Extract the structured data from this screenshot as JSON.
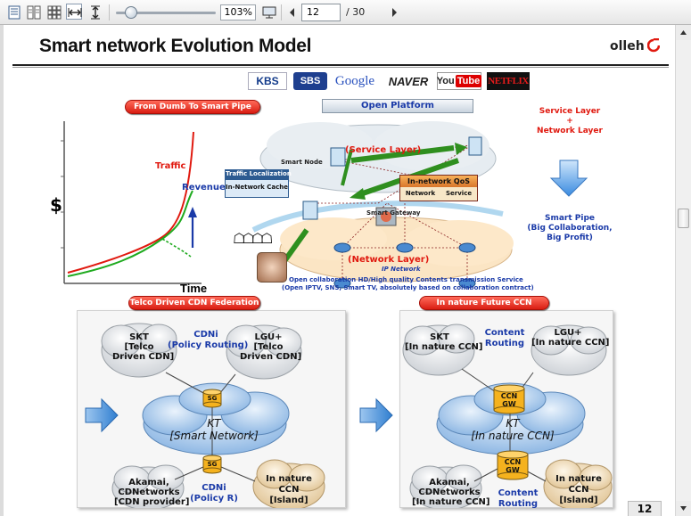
{
  "toolbar": {
    "zoom": "103%",
    "page_current": "12",
    "page_total": "/ 30"
  },
  "slide": {
    "title": "Smart network Evolution Model",
    "brand": "olleh",
    "page_number": "12",
    "logos": {
      "kbs": "KBS",
      "sbs": "SBS",
      "google": "Google",
      "naver": "NAVER",
      "youtube_a": "You",
      "youtube_b": "Tube",
      "netflix": "NETFLIX"
    },
    "graph": {
      "pill": "From Dumb To Smart Pipe",
      "y_label": "$",
      "x_label": "Time",
      "traffic": "Traffic",
      "revenue": "Revenue"
    },
    "network": {
      "open_platform": "Open Platform",
      "service_layer": "(Service Layer)",
      "smart_node": "Smart Node",
      "traffic_localization": "Traffic Localization",
      "in_network_cache": "In-Network Cache",
      "in_network_qos": "In-network QoS",
      "network": "Network",
      "service": "Service",
      "smart_gateway": "Smart Gateway",
      "network_layer": "(Network Layer)",
      "ip_network": "IP Network",
      "caption_line1": "Open collaboration HD/High quality Contents transmission Service",
      "caption_line2": "(Open IPTV, SNS, Smart TV, absolutely based on collaboration contract)"
    },
    "right_text": {
      "service_layer": "Service Layer",
      "plus": "+",
      "network_layer": "Network Layer",
      "smart_pipe": "Smart Pipe",
      "big_collab": "(Big Collaboration,",
      "big_profit": "Big Profit)"
    },
    "left_fed": {
      "pill": "Telco Driven CDN Federation",
      "skt": [
        "SKT",
        "[Telco",
        "Driven CDN]"
      ],
      "lgu": [
        "LGU+",
        "[Telco",
        "Driven CDN]"
      ],
      "cdni_top": [
        "CDNi",
        "(Policy Routing)"
      ],
      "sg": "SG",
      "kt": [
        "KT",
        "[Smart Network]"
      ],
      "akamai": [
        "Akamai,",
        "CDNetworks",
        "[CDN provider]"
      ],
      "cdni_bottom": [
        "CDNi",
        "(Policy R)"
      ],
      "island": [
        "In nature",
        "CCN",
        "[Island]"
      ]
    },
    "right_fed": {
      "pill": "In nature Future CCN",
      "skt": [
        "SKT",
        "[In nature CCN]"
      ],
      "content_routing_top": [
        "Content",
        "Routing"
      ],
      "lgu": [
        "LGU+",
        "[In nature CCN]"
      ],
      "ccn_gw": [
        "CCN",
        "GW"
      ],
      "kt": [
        "KT",
        "[In nature CCN]"
      ],
      "akamai": [
        "Akamai,",
        "CDNetworks",
        "[In nature CCN]"
      ],
      "content_routing_bottom": [
        "Content",
        "Routing"
      ],
      "island": [
        "In nature",
        "CCN",
        "[Island]"
      ]
    },
    "colors": {
      "accent_red": "#e0190f",
      "accent_blue": "#1a3aa8",
      "traffic_red": "#e0190f",
      "revenue_green": "#1faa1f",
      "sg_orange": "#f5b21e"
    }
  }
}
